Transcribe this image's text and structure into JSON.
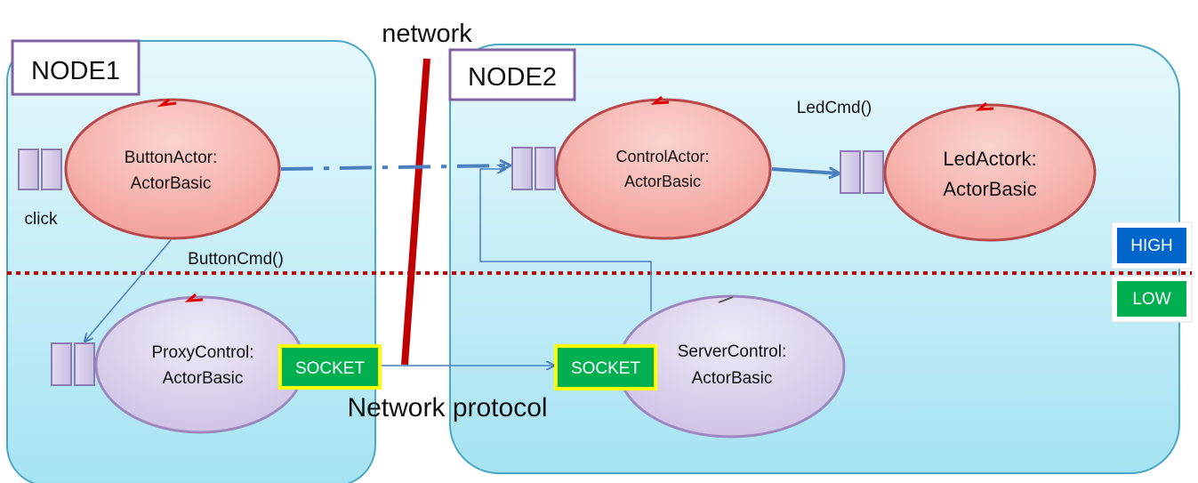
{
  "labels": {
    "network": "network",
    "node1": "NODE1",
    "node2": "NODE2",
    "led_cmd": "LedCmd()",
    "button_cmd": "ButtonCmd()",
    "click": "click",
    "network_protocol": "Network protocol"
  },
  "actors": {
    "button_actor": [
      "ButtonActor:",
      "ActorBasic"
    ],
    "control_actor": [
      "ControlActor:",
      "ActorBasic"
    ],
    "led_actor": [
      "LedActork:",
      "ActorBasic"
    ],
    "proxy_control": [
      "ProxyControl:",
      "ActorBasic"
    ],
    "server_control": [
      "ServerControl:",
      "ActorBasic"
    ]
  },
  "sockets": {
    "proxy": "SOCKET",
    "server": "SOCKET"
  },
  "levels": {
    "high": "HIGH",
    "low": "LOW"
  },
  "colors": {
    "node_fill_top": "#e3f7fc",
    "node_fill_bottom": "#a8e4f3",
    "node_border": "#4aa8c6",
    "actor_red_fill": "#f8b4ae",
    "actor_red_border": "#b8484a",
    "actor_purple_fill": "#ddd3ee",
    "actor_purple_border": "#9d88bd",
    "arrow_blue": "#4a7fc0",
    "network_line": "#c00000",
    "divider": "#c00000",
    "socket_green": "#00b050",
    "socket_border": "#ffff00",
    "high_blue": "#0066cc",
    "low_green": "#00b050",
    "label_box_border": "#8064a2"
  }
}
